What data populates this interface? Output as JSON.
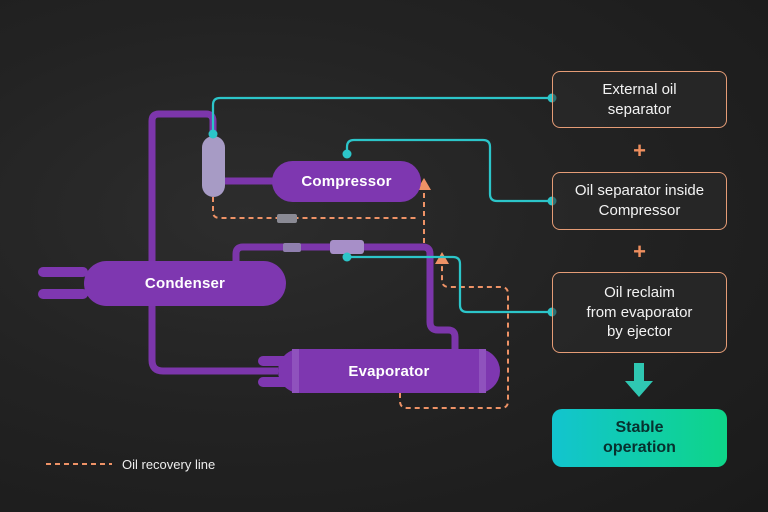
{
  "components": {
    "compressor": "Compressor",
    "condenser": "Condenser",
    "evaporator": "Evaporator"
  },
  "legend": {
    "oil_recovery": "Oil recovery line"
  },
  "annotations": {
    "external_separator": "External oil\nseparator",
    "plus_1": "+",
    "inside_compressor": "Oil separator inside\nCompressor",
    "plus_2": "+",
    "oil_reclaim": "Oil reclaim\nfrom evaporator\nby ejector",
    "stable": "Stable\noperation"
  },
  "colors": {
    "background": "#222222",
    "vessel_purple": "#7e37b0",
    "pipe_purple": "#7c36ab",
    "separator_fill": "#a79bc5",
    "teal_line": "#2cc5c9",
    "oil_recovery_orange": "#ee9266",
    "annotation_border": "#e59c76",
    "down_arrow": "#2fc7b2",
    "stable_gradient_start": "#12c4cf",
    "stable_gradient_end": "#0ed588",
    "stable_text": "#07312f"
  }
}
